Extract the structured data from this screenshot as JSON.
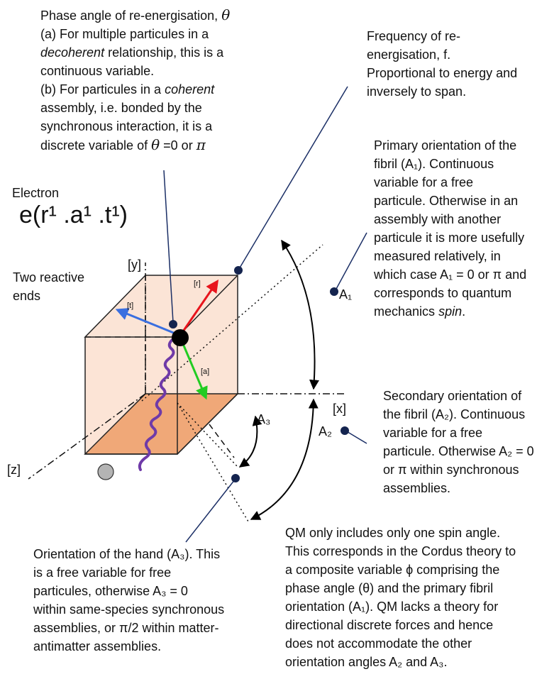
{
  "phase": {
    "title": "Phase angle of re-energisation,",
    "theta": "θ",
    "a_lines": [
      "(a) For multiple particules in a",
      "relationship, this is a",
      "continuous variable."
    ],
    "a_italic": "decoherent",
    "b_line1_prefix": "(b) For particules in a",
    "b_italic": "coherent",
    "b_lines": [
      "assembly, i.e. bonded by the",
      "synchronous interaction, it is a"
    ],
    "b_last_prefix": "discrete variable of",
    "b_last_theta": "θ",
    "b_last_mid": "=0 or",
    "b_last_pi": "π"
  },
  "frequency": {
    "lines": [
      "Frequency of re-",
      "energisation, f.",
      "Proportional to energy and",
      "inversely to span."
    ]
  },
  "primary": {
    "lines": [
      "Primary orientation of the",
      "fibril (A₁). Continuous",
      "variable for a free",
      "particule. Otherwise in an",
      "assembly with another",
      "particule it is more usefully",
      "measured relatively, in",
      "which case A₁ = 0 or π and",
      "corresponds to quantum"
    ],
    "last_prefix": "mechanics",
    "last_italic": "spin",
    "last_suffix": "."
  },
  "electron": {
    "label": "Electron",
    "formula": "e(r¹ .a¹ .t¹)"
  },
  "reactive_ends": {
    "lines": [
      "Two reactive",
      "ends"
    ]
  },
  "axes": {
    "y": "[y]",
    "x": "[x]",
    "z": "[z]",
    "r": "[r]",
    "t": "[t]",
    "a": "[a]"
  },
  "angles": {
    "a1": "A₁",
    "a2": "A₂",
    "a3": "A₃"
  },
  "secondary": {
    "lines": [
      "Secondary orientation of",
      "the fibril (A₂).  Continuous",
      "variable for a free",
      "particule. Otherwise  A₂ = 0",
      "or π within  synchronous",
      "assemblies."
    ]
  },
  "hand": {
    "lines": [
      "Orientation of the hand (A₃). This",
      "is  a free variable for free",
      "particules, otherwise A₃ = 0",
      "within  same-species synchronous",
      "assemblies, or π/2 within matter-",
      "antimatter assemblies."
    ]
  },
  "qm": {
    "lines": [
      "QM only includes only one spin angle.",
      "This corresponds in the Cordus theory to",
      "a composite variable ϕ comprising the",
      "phase angle (θ) and the primary fibril",
      "orientation (A₁). QM lacks a theory for",
      "directional discrete forces and hence",
      "does not accommodate the other",
      "orientation angles A₂ and A₃."
    ]
  },
  "colors": {
    "navy": "#14244f",
    "cube_face": "#fbe4d6",
    "cube_bottom": "#f0a878",
    "arrow_r": "#e8141c",
    "arrow_t": "#3a6fe0",
    "arrow_a": "#22cc22",
    "wave": "#6f3aa8",
    "particle_gray": "#b4b4b4"
  }
}
